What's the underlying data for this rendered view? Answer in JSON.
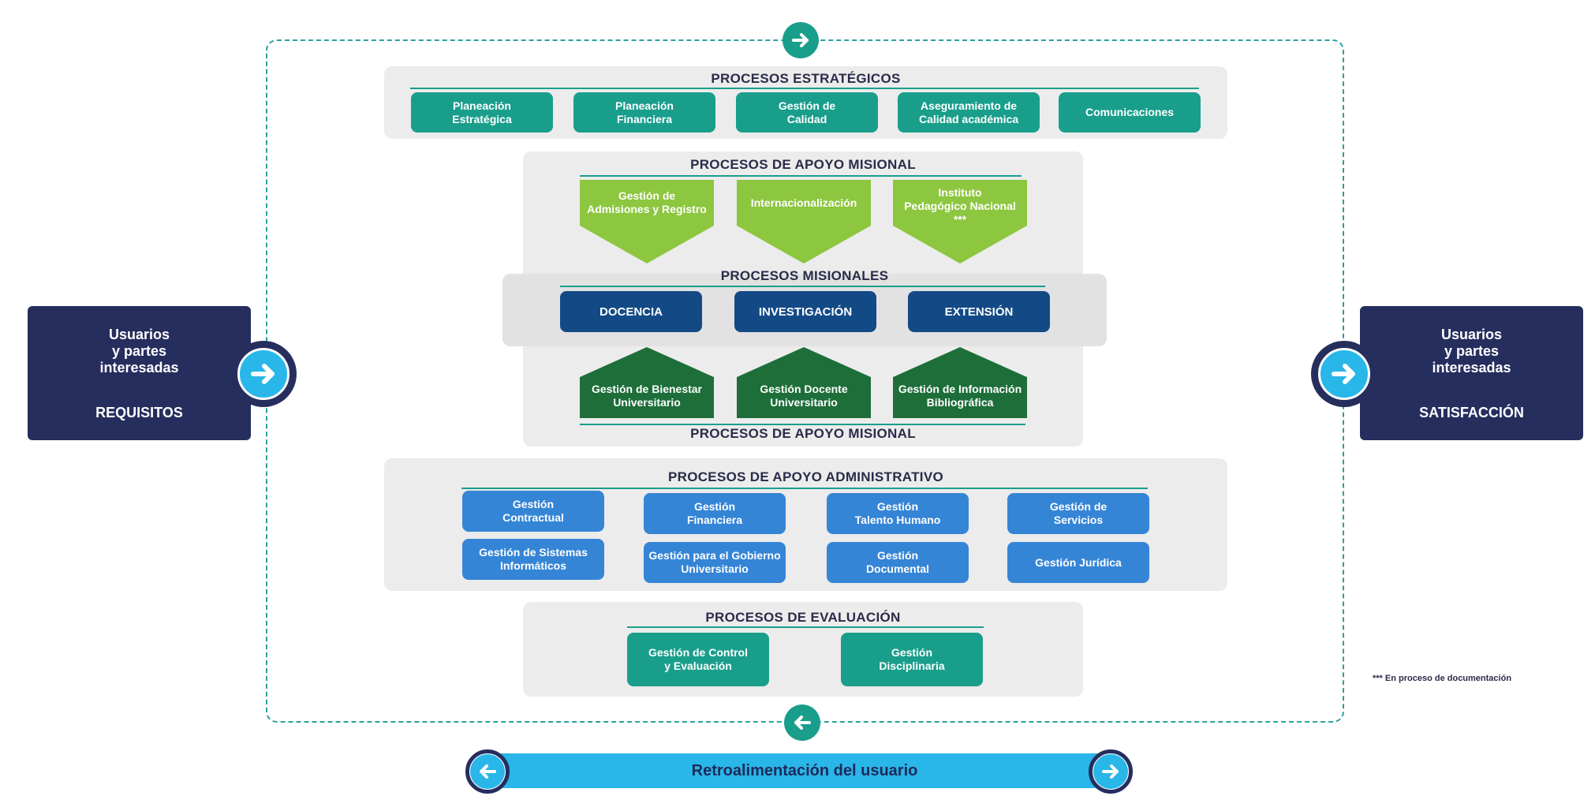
{
  "left_panel": {
    "text": "Usuarios\ny partes\ninteresadas",
    "label": "REQUISITOS"
  },
  "right_panel": {
    "text": "Usuarios\ny partes\ninteresadas",
    "label": "SATISFACCIÓN"
  },
  "estrategicos": {
    "title": "PROCESOS ESTRATÉGICOS",
    "items": [
      "Planeación\nEstratégica",
      "Planeación\nFinanciera",
      "Gestión de\nCalidad",
      "Aseguramiento de\nCalidad académica",
      "Comunicaciones"
    ]
  },
  "apoyo_misional_top": {
    "title": "PROCESOS DE APOYO MISIONAL",
    "items": [
      "Gestión de\nAdmisiones y Registro",
      "Internacionalización",
      "Instituto\nPedagógico Nacional\n***"
    ]
  },
  "misionales": {
    "title": "PROCESOS MISIONALES",
    "items": [
      "DOCENCIA",
      "INVESTIGACIÓN",
      "EXTENSIÓN"
    ]
  },
  "apoyo_misional_bottom": {
    "title": "PROCESOS DE APOYO MISIONAL",
    "items": [
      "Gestión de Bienestar\nUniversitario",
      "Gestión Docente\nUniversitario",
      "Gestión de Información\nBibliográfica"
    ]
  },
  "administrativo": {
    "title": "PROCESOS DE APOYO ADMINISTRATIVO",
    "items": [
      "Gestión\nContractual",
      "Gestión\nFinanciera",
      "Gestión\nTalento Humano",
      "Gestión de\nServicios",
      "Gestión de Sistemas\nInformáticos",
      "Gestión para el Gobierno\nUniversitario",
      "Gestión\nDocumental",
      "Gestión Jurídica"
    ]
  },
  "evaluacion": {
    "title": "PROCESOS DE EVALUACIÓN",
    "items": [
      "Gestión de Control\ny Evaluación",
      "Gestión\nDisciplinaria"
    ]
  },
  "footnote": "*** En proceso de documentación",
  "feedback_bar": "Retroalimentación del usuario",
  "icons": {
    "right": "arrow-right-icon",
    "left": "arrow-left-icon"
  },
  "colors": {
    "teal": "#1a9e8c",
    "light_green": "#8dc63f",
    "dark_green": "#1e6e3a",
    "navy": "#134a86",
    "blue": "#3585d6",
    "side": "#262e5e",
    "cyan": "#29b6e8"
  }
}
